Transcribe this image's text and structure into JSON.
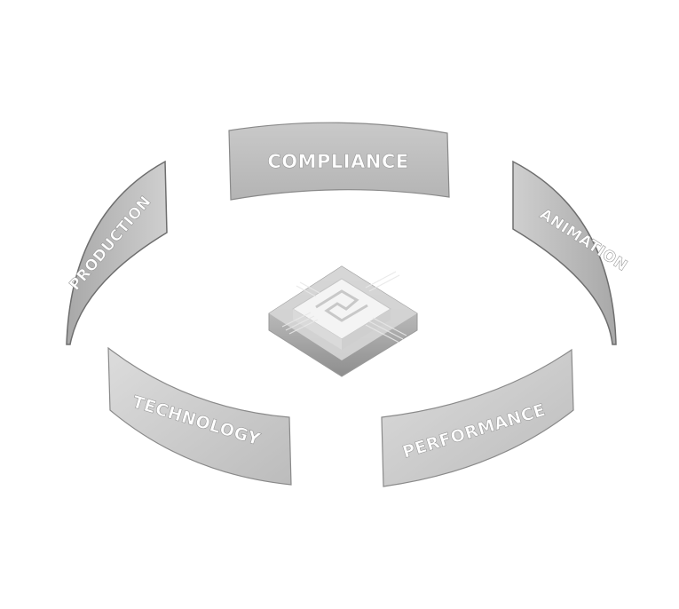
{
  "diagram": {
    "center": {
      "icon": "chip-logo-icon"
    },
    "segments": [
      {
        "id": "compliance",
        "label": "COMPLIANCE"
      },
      {
        "id": "animation",
        "label": "ANIMATION"
      },
      {
        "id": "performance",
        "label": "PERFORMANCE"
      },
      {
        "id": "technology",
        "label": "TECHNOLOGY"
      },
      {
        "id": "production",
        "label": "PRODUCTION"
      }
    ]
  },
  "colors": {
    "panel_fill": "#bdbdbd",
    "panel_edge": "#6e6e6e",
    "label_fill": "#ffffff",
    "background": "#ffffff"
  }
}
